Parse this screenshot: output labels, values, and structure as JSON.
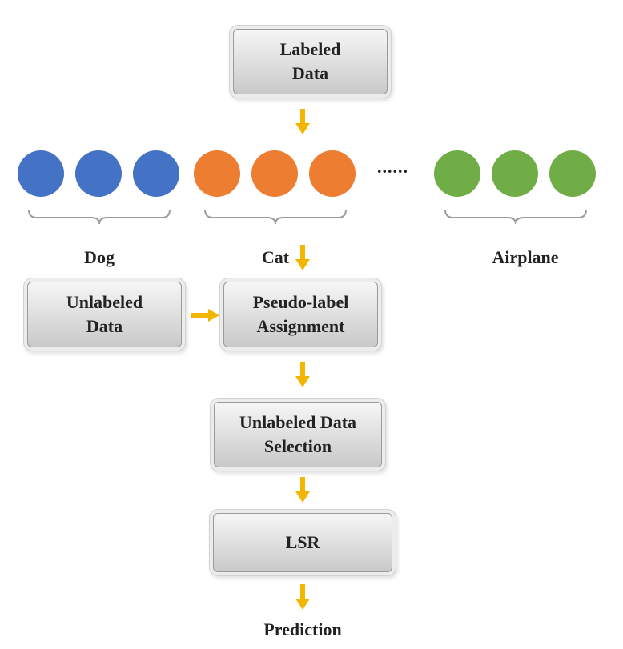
{
  "boxes": {
    "labeled_data": "Labeled\nData",
    "unlabeled_data": "Unlabeled\nData",
    "pseudo_label": "Pseudo-label\nAssignment",
    "selection": "Unlabeled Data\nSelection",
    "lsr": "LSR"
  },
  "groups": [
    {
      "label": "Dog",
      "color": "#4472c4",
      "count": 3
    },
    {
      "label": "Cat",
      "color": "#ed7d31",
      "count": 3
    },
    {
      "label": "Airplane",
      "color": "#70ad47",
      "count": 3
    }
  ],
  "ellipsis": "......",
  "output_label": "Prediction",
  "colors": {
    "arrow": "#f2b500",
    "bracket": "#9a9a9a"
  }
}
